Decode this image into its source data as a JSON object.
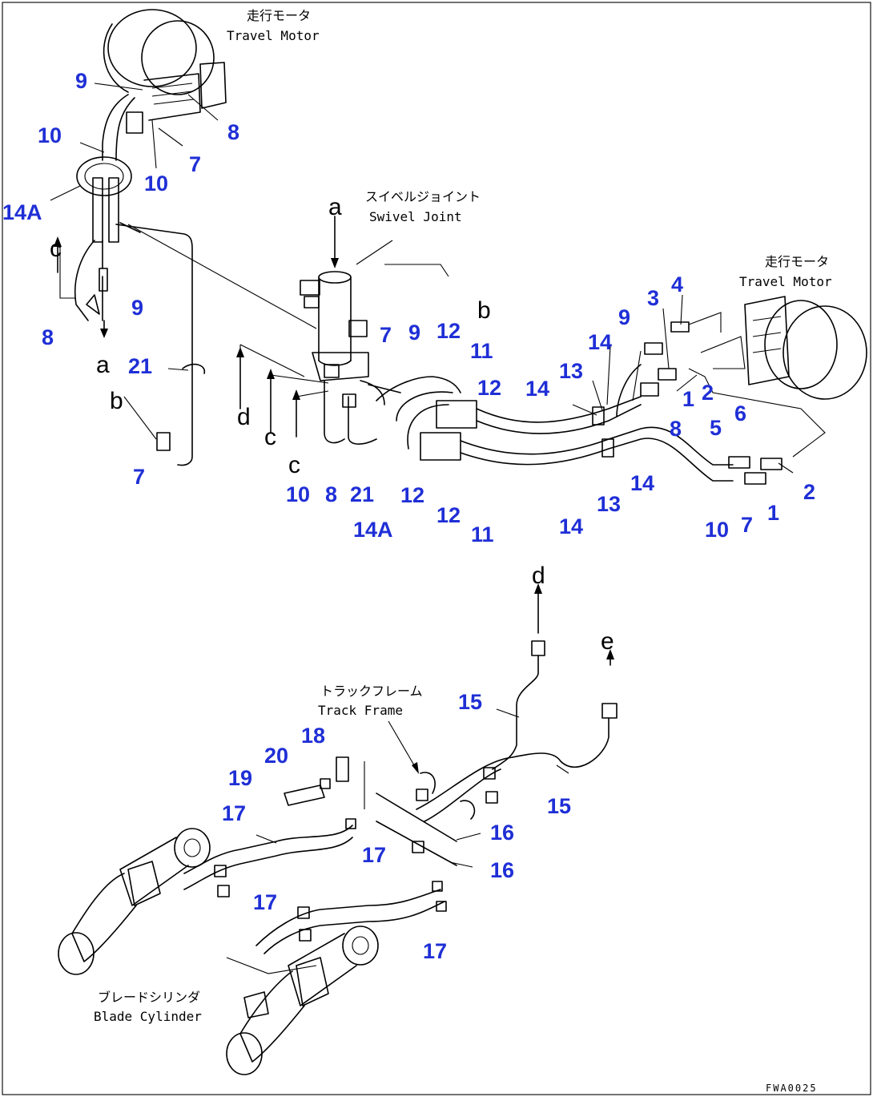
{
  "captions": {
    "travel_motor_left_jp": "走行モータ",
    "travel_motor_left_en": "Travel Motor",
    "swivel_joint_jp": "スイベルジョイント",
    "swivel_joint_en": "Swivel Joint",
    "travel_motor_right_jp": "走行モータ",
    "travel_motor_right_en": "Travel Motor",
    "track_frame_jp": "トラックフレーム",
    "track_frame_en": "Track Frame",
    "blade_cylinder_jp": "ブレードシリンダ",
    "blade_cylinder_en": "Blade Cylinder"
  },
  "drawing_code": "FWA0025",
  "connection_letters": [
    "a",
    "a",
    "b",
    "b",
    "c",
    "c",
    "c",
    "d",
    "d",
    "e"
  ],
  "part_numbers": [
    "9",
    "8",
    "10",
    "7",
    "10",
    "14A",
    "9",
    "8",
    "21",
    "7",
    "7",
    "9",
    "12",
    "11",
    "12",
    "4",
    "3",
    "9",
    "14",
    "13",
    "14",
    "8",
    "1",
    "2",
    "6",
    "5",
    "2",
    "1",
    "7",
    "10",
    "14",
    "13",
    "14",
    "12",
    "12",
    "11",
    "14A",
    "10",
    "8",
    "21",
    "15",
    "15",
    "16",
    "16",
    "17",
    "17",
    "17",
    "17",
    "18",
    "20",
    "19"
  ],
  "colors": {
    "callout": "#1f2fd6",
    "line": "#000000"
  }
}
